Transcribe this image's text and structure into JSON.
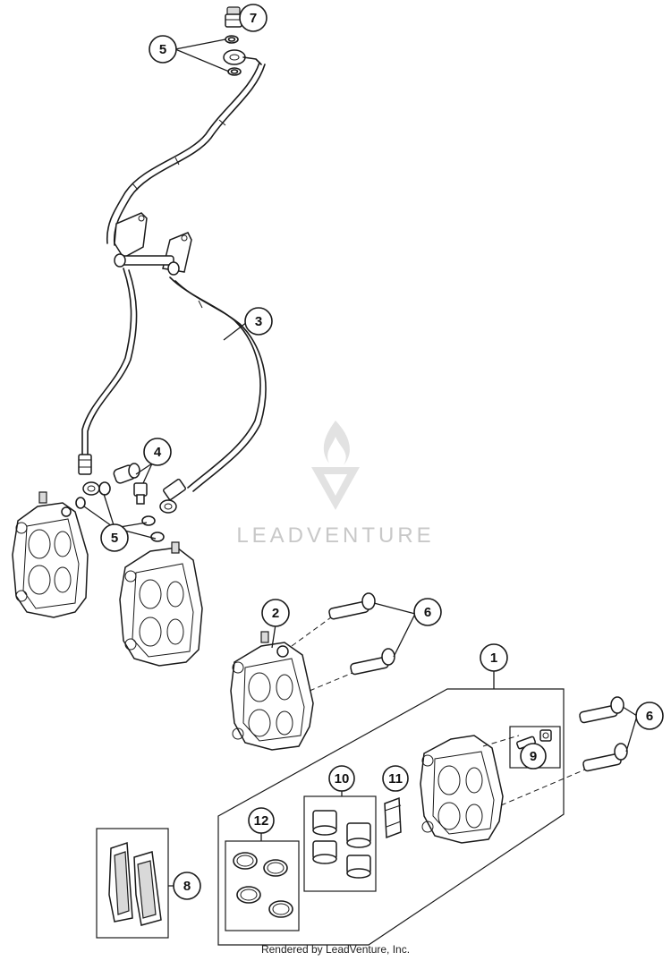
{
  "watermark": {
    "text": "LEADVENTURE",
    "color": "#c8c8c8"
  },
  "footer": {
    "credit": "Rendered by LeadVenture, Inc."
  },
  "callouts": [
    {
      "id": "c1",
      "number": "1"
    },
    {
      "id": "c2",
      "number": "2"
    },
    {
      "id": "c3",
      "number": "3"
    },
    {
      "id": "c4",
      "number": "4"
    },
    {
      "id": "c5a",
      "number": "5"
    },
    {
      "id": "c5b",
      "number": "5"
    },
    {
      "id": "c6a",
      "number": "6"
    },
    {
      "id": "c6b",
      "number": "6"
    },
    {
      "id": "c7",
      "number": "7"
    },
    {
      "id": "c8",
      "number": "8"
    },
    {
      "id": "c9",
      "number": "9"
    },
    {
      "id": "c10",
      "number": "10"
    },
    {
      "id": "c11",
      "number": "11"
    },
    {
      "id": "c12",
      "number": "12"
    }
  ]
}
